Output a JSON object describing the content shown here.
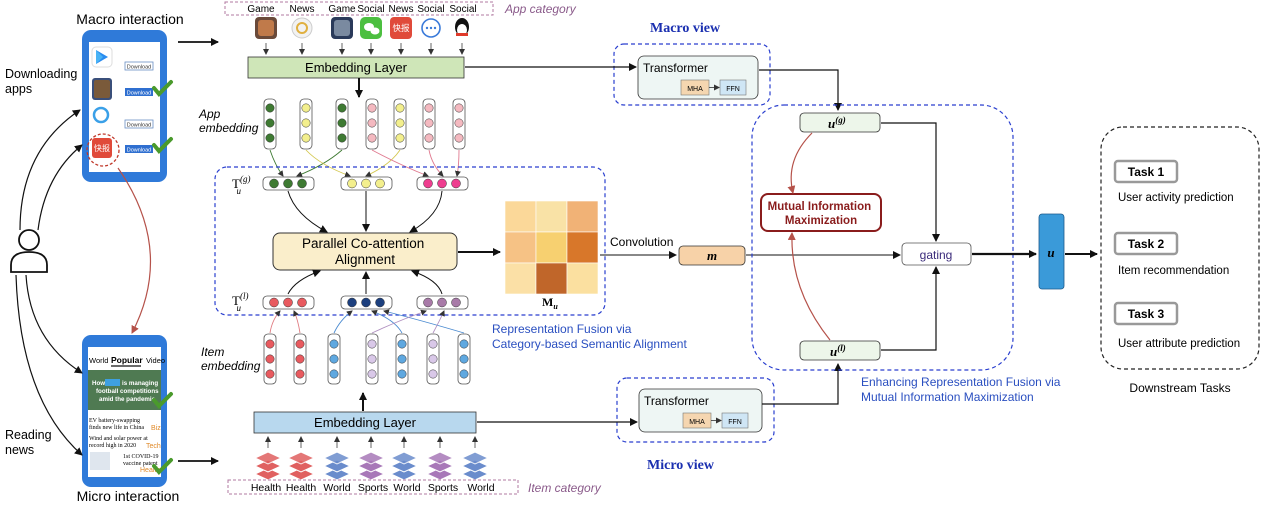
{
  "left": {
    "macro_interaction": "Macro interaction",
    "micro_interaction": "Micro interaction",
    "downloading_apps": [
      "Downloading",
      "apps"
    ],
    "reading_news": [
      "Reading",
      "news"
    ],
    "download_label": "Download",
    "kuaibao_logo": "快报",
    "news_tabs": [
      "World",
      "Popular",
      "Video"
    ],
    "news_headline_1": [
      "How",
      "is managing",
      "football competitions",
      "amid the pandemic"
    ],
    "news_item_2": [
      "EV battery-swapping",
      "finds new life in China"
    ],
    "news_tag_2": "Biz",
    "news_item_3": [
      "Wind and solar power at",
      "record high in 2020"
    ],
    "news_tag_3": "Tech",
    "news_item_4": [
      "1st COVID-19",
      "vaccine patent"
    ],
    "news_tag_4": "Health"
  },
  "app_category": {
    "items": [
      "Game",
      "News",
      "Game",
      "Social",
      "News",
      "Social",
      "Social"
    ],
    "label": "App category"
  },
  "item_category": {
    "items": [
      "Health",
      "Health",
      "World",
      "Sports",
      "World",
      "Sports",
      "World"
    ],
    "label": "Item category"
  },
  "embedding_layer": "Embedding Layer",
  "app_embedding": [
    "App",
    "embedding"
  ],
  "item_embedding": [
    "Item",
    "embedding"
  ],
  "t_g": "T",
  "t_g_sub": "u",
  "t_g_sup": "(g)",
  "t_l_sup": "(l)",
  "coattention": [
    "Parallel Co-attention",
    "Alignment"
  ],
  "m_label": "M",
  "m_sub": "u",
  "fusion_caption": [
    "Representation Fusion via",
    "Category-based Semantic Alignment"
  ],
  "convolution": "Convolution",
  "m_vec": "m",
  "macro_view": "Macro view",
  "micro_view": "Micro view",
  "transformer": "Transformer",
  "mha": "MHA",
  "ffn": "FFN",
  "u_g": "u",
  "u_l": "u",
  "mim": [
    "Mutual Information",
    "Maximization"
  ],
  "gating": "gating",
  "u_final": "u",
  "mim_caption": [
    "Enhancing Representation Fusion via",
    "Mutual Information Maximization"
  ],
  "tasks": [
    {
      "label": "Task 1",
      "desc": "User activity prediction"
    },
    {
      "label": "Task 2",
      "desc": "Item recommendation"
    },
    {
      "label": "Task 3",
      "desc": "User attribute prediction"
    }
  ],
  "downstream": "Downstream Tasks",
  "colors": {
    "green": "#3e7a32",
    "yellow": "#f3ef8d",
    "pink": "#f4b9c0",
    "magenta": "#ee3d8f",
    "red": "#e85a5f",
    "blue": "#5fa8e0",
    "navy": "#1c3f7e",
    "lavender": "#d9c8e8",
    "purple": "#a87aa8",
    "heat": [
      "#fbd899",
      "#f9e2a6",
      "#f1b276",
      "#f6c285",
      "#f7d070",
      "#d8772a",
      "#fbe0a6",
      "#c0662a",
      "#fbe0a0"
    ]
  }
}
